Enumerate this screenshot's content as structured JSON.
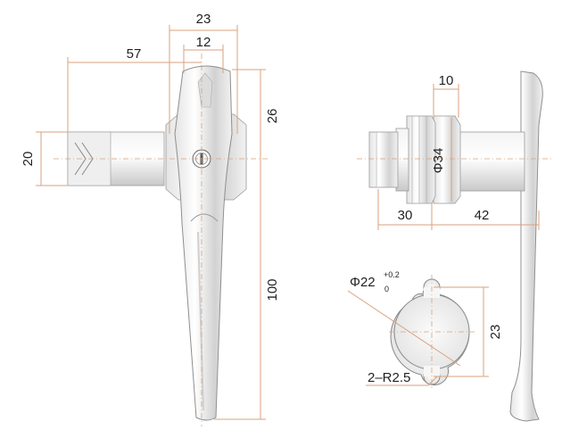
{
  "colors": {
    "dimension_line": "#d9a27e",
    "outline": "#555555",
    "text": "#222222",
    "metal_light": "#f7f7f7",
    "metal_dark": "#c8c8c8"
  },
  "front_view": {
    "dim_handle_width": "23",
    "dim_head_width": "12",
    "dim_cam_offset": "57",
    "dim_cam_width": "20",
    "dim_head_height": "26",
    "dim_handle_length": "100"
  },
  "side_view": {
    "dim_flange_thickness": "10",
    "dim_flange_diameter": "Φ34",
    "dim_body_depth": "30",
    "dim_handle_depth": "42"
  },
  "cutout": {
    "diameter_label": "Φ22",
    "tolerance_upper": "+0.2",
    "tolerance_lower": "0",
    "height": "23",
    "radius_label": "2–R2.5"
  }
}
